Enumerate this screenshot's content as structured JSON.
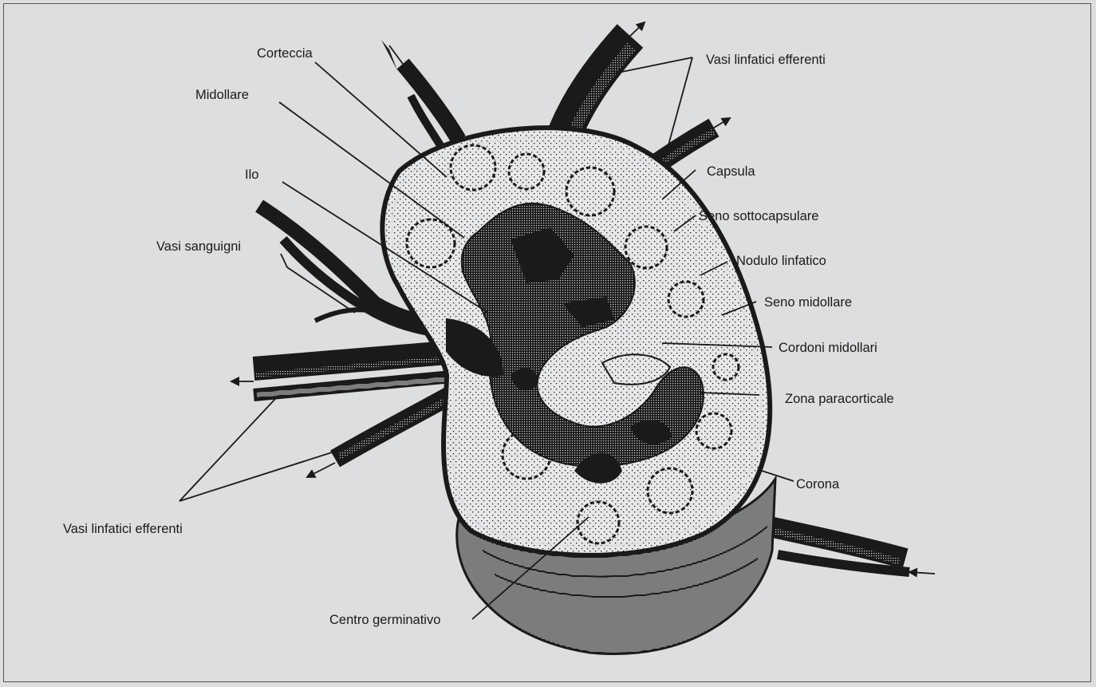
{
  "labels": {
    "corteccia": "Corteccia",
    "midollare": "Midollare",
    "ilo": "Ilo",
    "vasi_sanguigni": "Vasi sanguigni",
    "vasi_efferenti_top": "Vasi linfatici efferenti",
    "capsula": "Capsula",
    "seno_sottocapsulare": "Seno sottocapsulare",
    "nodulo_linfatico": "Nodulo linfatico",
    "seno_midollare": "Seno midollare",
    "cordoni_midollari": "Cordoni midollari",
    "zona_paracorticale": "Zona paracorticale",
    "corona": "Corona",
    "vasi_efferenti_bottom": "Vasi linfatici efferenti",
    "centro_germinativo": "Centro germinativo"
  },
  "colors": {
    "background": "#dcdedf",
    "ink": "#1a1a1a",
    "tissue_light": "#e6e7e8"
  }
}
